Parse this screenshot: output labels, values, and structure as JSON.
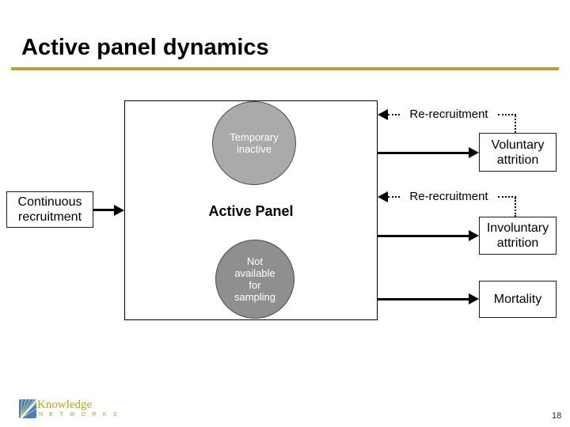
{
  "slide": {
    "title": "Active panel dynamics",
    "page_number": "18"
  },
  "diagram": {
    "main_box": {
      "label": "Active Panel"
    },
    "circles": [
      {
        "label": "Temporary inactive",
        "fill": "#aaaaaa"
      },
      {
        "label": "Not available for sampling",
        "fill": "#8f8f8f"
      }
    ],
    "left_box": {
      "label": "Continuous recruitment"
    },
    "right_boxes": [
      {
        "label": "Voluntary attrition"
      },
      {
        "label": "Involuntary attrition"
      },
      {
        "label": "Mortality"
      }
    ],
    "dotted_labels": [
      {
        "label": "Re-recruitment"
      },
      {
        "label": "Re-recruitment"
      }
    ]
  },
  "logo": {
    "name": "Knowledge",
    "subname": "N E T W O R K S",
    "colors": {
      "blue": "#4a7cc0",
      "gold": "#bda01f",
      "olive": "#9aa332"
    }
  },
  "colors": {
    "title_rule": "#b2a630",
    "arrow": "#000000"
  }
}
